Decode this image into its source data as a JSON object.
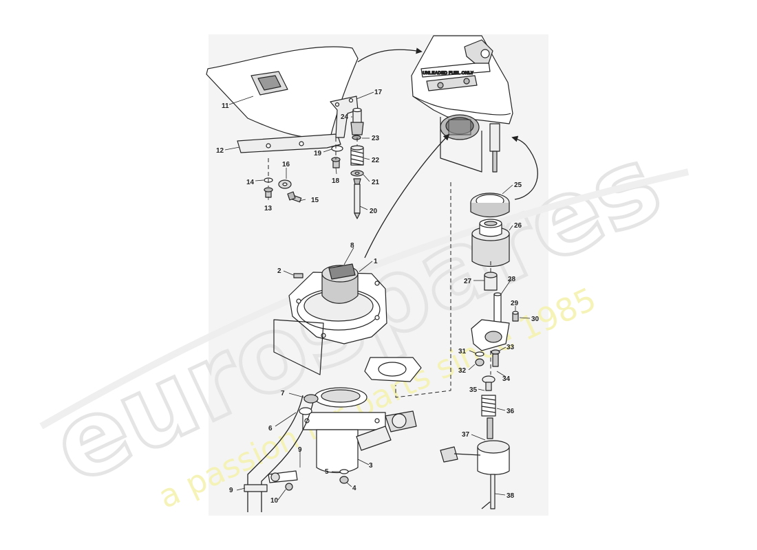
{
  "diagram": {
    "part_labels": [
      "1",
      "2",
      "3",
      "4",
      "5",
      "6",
      "7",
      "8",
      "9",
      "9",
      "10",
      "11",
      "12",
      "13",
      "14",
      "15",
      "16",
      "17",
      "18",
      "19",
      "20",
      "21",
      "22",
      "23",
      "24",
      "25",
      "26",
      "27",
      "28",
      "29",
      "30",
      "31",
      "32",
      "33",
      "34",
      "35",
      "36",
      "37",
      "38"
    ],
    "plate_text": "UNLEADED FUEL ONLY"
  },
  "watermark": {
    "brand": "eurospares",
    "tagline": "a passion for parts since 1985",
    "colors": {
      "brand": "#e6e6e6",
      "tagline": "#f3f0a6"
    }
  }
}
